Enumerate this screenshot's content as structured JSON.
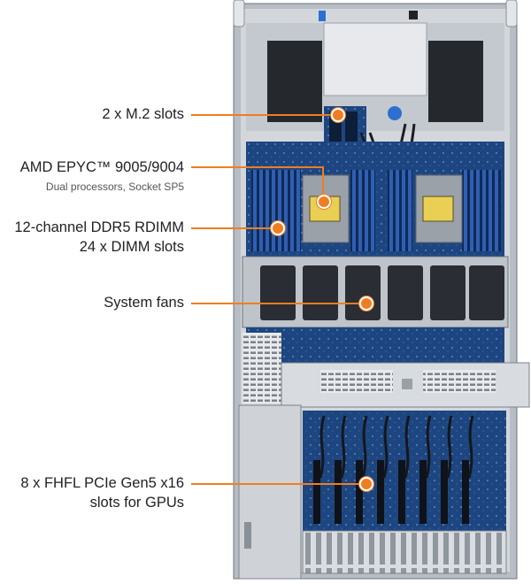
{
  "callouts": [
    {
      "id": "m2",
      "label": "2 x M.2 slots"
    },
    {
      "id": "cpu",
      "label": "AMD EPYC™ 9005/9004",
      "sublabel": "Dual processors, Socket SP5"
    },
    {
      "id": "ram",
      "lines": [
        "12-channel DDR5 RDIMM",
        "24 x DIMM slots"
      ]
    },
    {
      "id": "fans",
      "label": "System fans"
    },
    {
      "id": "pcie",
      "lines": [
        "8 x FHFL PCIe Gen5 x16",
        "slots for GPUs"
      ]
    }
  ],
  "colors": {
    "accent": "#ef7d22",
    "chassis": "#c9ced4",
    "board": "#1f4e8c",
    "dimm": "#3b6fc4",
    "fan": "#2a2d33"
  }
}
